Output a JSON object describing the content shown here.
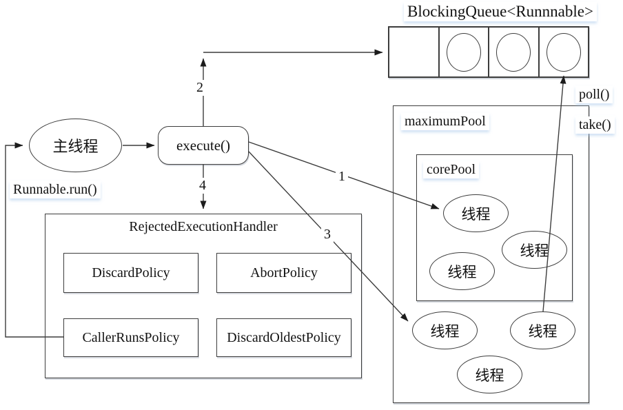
{
  "queue": {
    "title": "BlockingQueue<Runnnable>",
    "cells": [
      {
        "filled": false
      },
      {
        "filled": true
      },
      {
        "filled": true
      },
      {
        "filled": true
      }
    ]
  },
  "nodes": {
    "main_thread": "主线程",
    "execute": "execute()",
    "thread": "线程"
  },
  "labels": {
    "runnable_run": "Runnable.run()",
    "poll": "poll()",
    "take": "take()",
    "maximum_pool": "maximumPool",
    "core_pool": "corePool"
  },
  "handler": {
    "title": "RejectedExecutionHandler",
    "policies": [
      "DiscardPolicy",
      "AbortPolicy",
      "CallerRunsPolicy",
      "DiscardOldestPolicy"
    ]
  },
  "arrow_labels": {
    "step1": "1",
    "step2": "2",
    "step3": "3",
    "step4": "4"
  },
  "colors": {
    "line": "#3c3c3c",
    "background": "#ffffff"
  }
}
